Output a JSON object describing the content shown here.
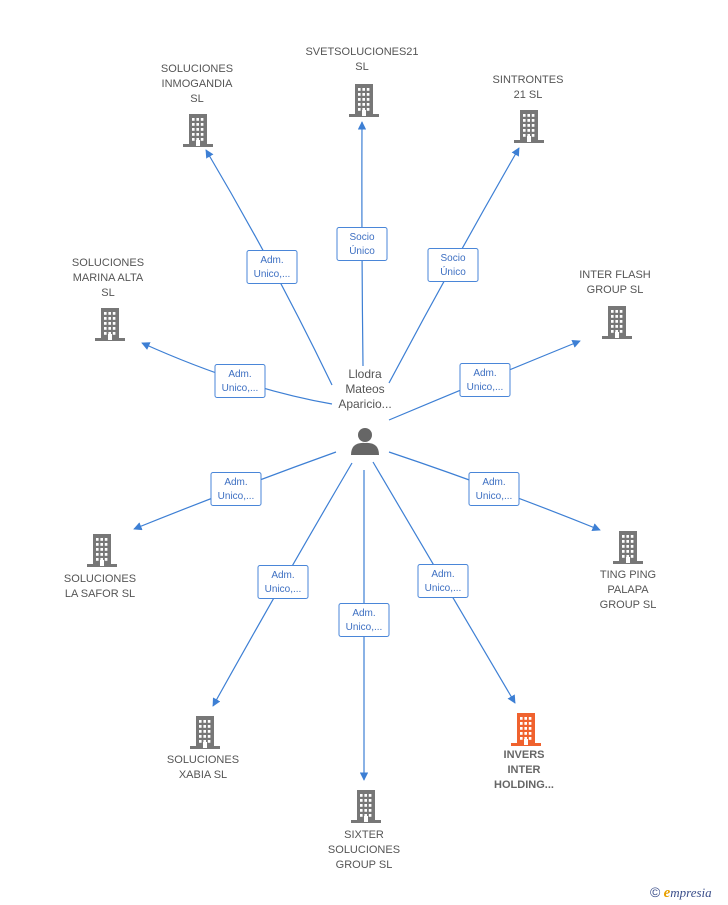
{
  "person": {
    "lines": [
      "Llodra",
      "Mateos",
      "Aparicio..."
    ]
  },
  "companies": [
    {
      "id": "inmogandia",
      "lines": [
        "SOLUCIONES",
        "INMOGANDIA",
        "SL"
      ],
      "color": "#777777",
      "focus": false
    },
    {
      "id": "svetsoluciones21",
      "lines": [
        "SVETSOLUCIONES21",
        "SL"
      ],
      "color": "#777777",
      "focus": false
    },
    {
      "id": "sintrontes",
      "lines": [
        "SINTRONTES",
        "21 SL"
      ],
      "color": "#777777",
      "focus": false
    },
    {
      "id": "marina-alta",
      "lines": [
        "SOLUCIONES",
        "MARINA ALTA",
        "SL"
      ],
      "color": "#777777",
      "focus": false
    },
    {
      "id": "inter-flash",
      "lines": [
        "INTER FLASH",
        "GROUP SL"
      ],
      "color": "#777777",
      "focus": false
    },
    {
      "id": "la-safor",
      "lines": [
        "SOLUCIONES",
        "LA SAFOR SL"
      ],
      "color": "#777777",
      "focus": false
    },
    {
      "id": "ting-ping",
      "lines": [
        "TING PING",
        "PALAPA",
        "GROUP SL"
      ],
      "color": "#777777",
      "focus": false
    },
    {
      "id": "xabia",
      "lines": [
        "SOLUCIONES",
        "XABIA SL"
      ],
      "color": "#777777",
      "focus": false
    },
    {
      "id": "sixter",
      "lines": [
        "SIXTER",
        "SOLUCIONES",
        "GROUP SL"
      ],
      "color": "#777777",
      "focus": false
    },
    {
      "id": "invers-inter",
      "lines": [
        "INVERS",
        "INTER",
        "HOLDING..."
      ],
      "color": "#f0622e",
      "focus": true
    }
  ],
  "edges": [
    {
      "to": "inmogandia",
      "lines": [
        "Adm.",
        "Unico,..."
      ]
    },
    {
      "to": "svetsoluciones21",
      "lines": [
        "Socio",
        "Único"
      ]
    },
    {
      "to": "sintrontes",
      "lines": [
        "Socio",
        "Único"
      ]
    },
    {
      "to": "marina-alta",
      "lines": [
        "Adm.",
        "Unico,..."
      ]
    },
    {
      "to": "inter-flash",
      "lines": [
        "Adm.",
        "Unico,..."
      ]
    },
    {
      "to": "la-safor",
      "lines": [
        "Adm.",
        "Unico,..."
      ]
    },
    {
      "to": "ting-ping",
      "lines": [
        "Adm.",
        "Unico,..."
      ]
    },
    {
      "to": "xabia",
      "lines": [
        "Adm.",
        "Unico,..."
      ]
    },
    {
      "to": "sixter",
      "lines": [
        "Adm.",
        "Unico,..."
      ]
    },
    {
      "to": "invers-inter",
      "lines": [
        "Adm.",
        "Unico,..."
      ]
    }
  ],
  "colors": {
    "edge": "#3d7fd4",
    "label_border": "#4a86d8",
    "icon": "#777777",
    "focus": "#f0622e"
  },
  "brand": {
    "copyright": "©",
    "first_letter": "e",
    "rest": "mpresia"
  }
}
